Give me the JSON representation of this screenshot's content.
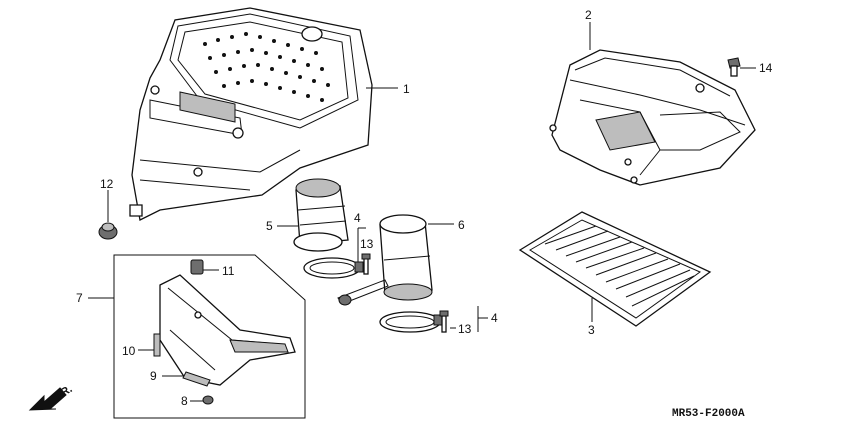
{
  "diagram": {
    "code": "MR53-F2000A",
    "direction_label": "FR.",
    "callouts": {
      "air_cleaner_case": "1",
      "air_cleaner_cover": "2",
      "element": "3",
      "band_upper": "4",
      "band_lower": "4",
      "tube_5": "5",
      "tube_6": "6",
      "bracket": "7",
      "part_8": "8",
      "part_9": "9",
      "part_10": "10",
      "part_11": "11",
      "part_12": "12",
      "screw_upper": "13",
      "screw_lower": "13",
      "bolt_14": "14"
    }
  }
}
